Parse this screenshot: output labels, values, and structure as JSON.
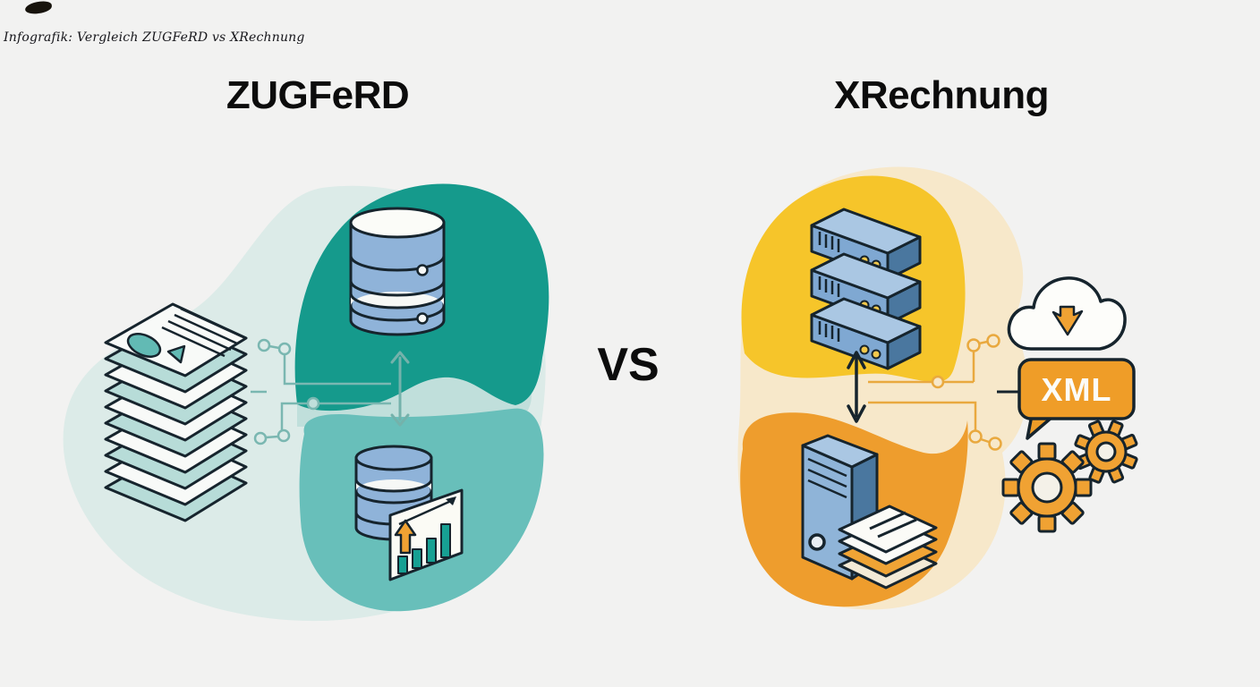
{
  "meta": {
    "caption": "Infografik: Vergleich ZUGFeRD vs XRechnung"
  },
  "comparison": {
    "vs_label": "VS",
    "left": {
      "title": "ZUGFeRD",
      "icons": [
        "document-stack",
        "database-cylinder-large",
        "database-cylinder-small",
        "bar-chart-growth-card",
        "bidirectional-data-arrow",
        "circuit-nodes"
      ]
    },
    "right": {
      "title": "XRechnung",
      "xml_badge": "XML",
      "icons": [
        "server-rack-stack",
        "bidirectional-data-arrow",
        "tower-server-with-documents",
        "circuit-nodes",
        "cloud-download",
        "xml-message-bubble",
        "gears"
      ]
    }
  },
  "colors": {
    "background": "#f2f2f1",
    "ink": "#16242d",
    "teal_dark": "#159a8c",
    "teal_mid": "#68bfba",
    "teal_light": "#dcebe8",
    "teal_band": "#c0dfdb",
    "circuit_teal": "#7ab7b1",
    "doc_teal": "#b7dcd8",
    "icon_blue": "#8fb3d9",
    "yellow": "#f6c52a",
    "orange": "#ee9d2d",
    "cream": "#f7e8ca",
    "accent_orange": "#f0a233",
    "circuit_orange": "#e9a93f"
  }
}
